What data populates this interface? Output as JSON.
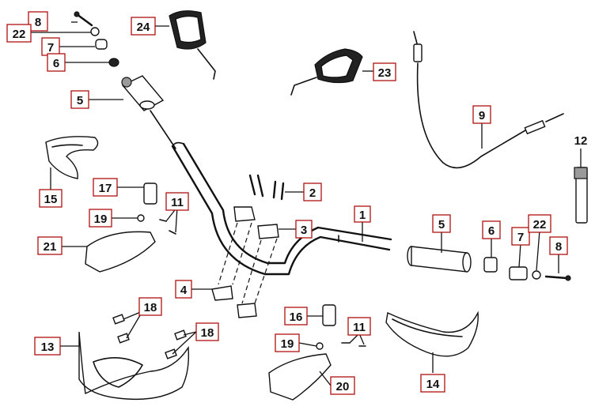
{
  "labels": {
    "l1": "1",
    "l2": "2",
    "l3": "3",
    "l4": "4",
    "l5a": "5",
    "l5b": "5",
    "l6a": "6",
    "l6b": "6",
    "l7a": "7",
    "l7b": "7",
    "l8a": "8",
    "l8b": "8",
    "l9": "9",
    "l11a": "11",
    "l11b": "11",
    "l12": "12",
    "l13": "13",
    "l14": "14",
    "l15": "15",
    "l16": "16",
    "l17": "17",
    "l18a": "18",
    "l18b": "18",
    "l19a": "19",
    "l19b": "19",
    "l20": "20",
    "l21": "21",
    "l22a": "22",
    "l22b": "22",
    "l23": "23",
    "l24": "24"
  }
}
